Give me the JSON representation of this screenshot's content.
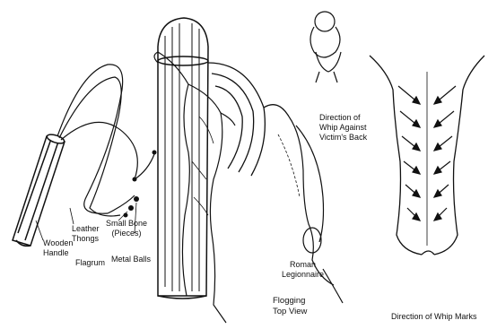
{
  "labels": {
    "direction_of_whip": [
      "Direction of",
      "Whip Against",
      "Victim's Back"
    ],
    "wooden_handle": [
      "Wooden",
      "Handle"
    ],
    "leather_thongs": [
      "Leather",
      "Thongs"
    ],
    "small_bone": [
      "Small Bone",
      "(Pieces)"
    ],
    "metal_balls": "Metal Balls",
    "flagrum": "Flagrum",
    "roman_legionnaire": [
      "Roman",
      "Legionnaire"
    ],
    "flogging_top_view": [
      "Flogging",
      "Top View"
    ],
    "direction_of_whip_marks": "Direction of Whip Marks"
  }
}
